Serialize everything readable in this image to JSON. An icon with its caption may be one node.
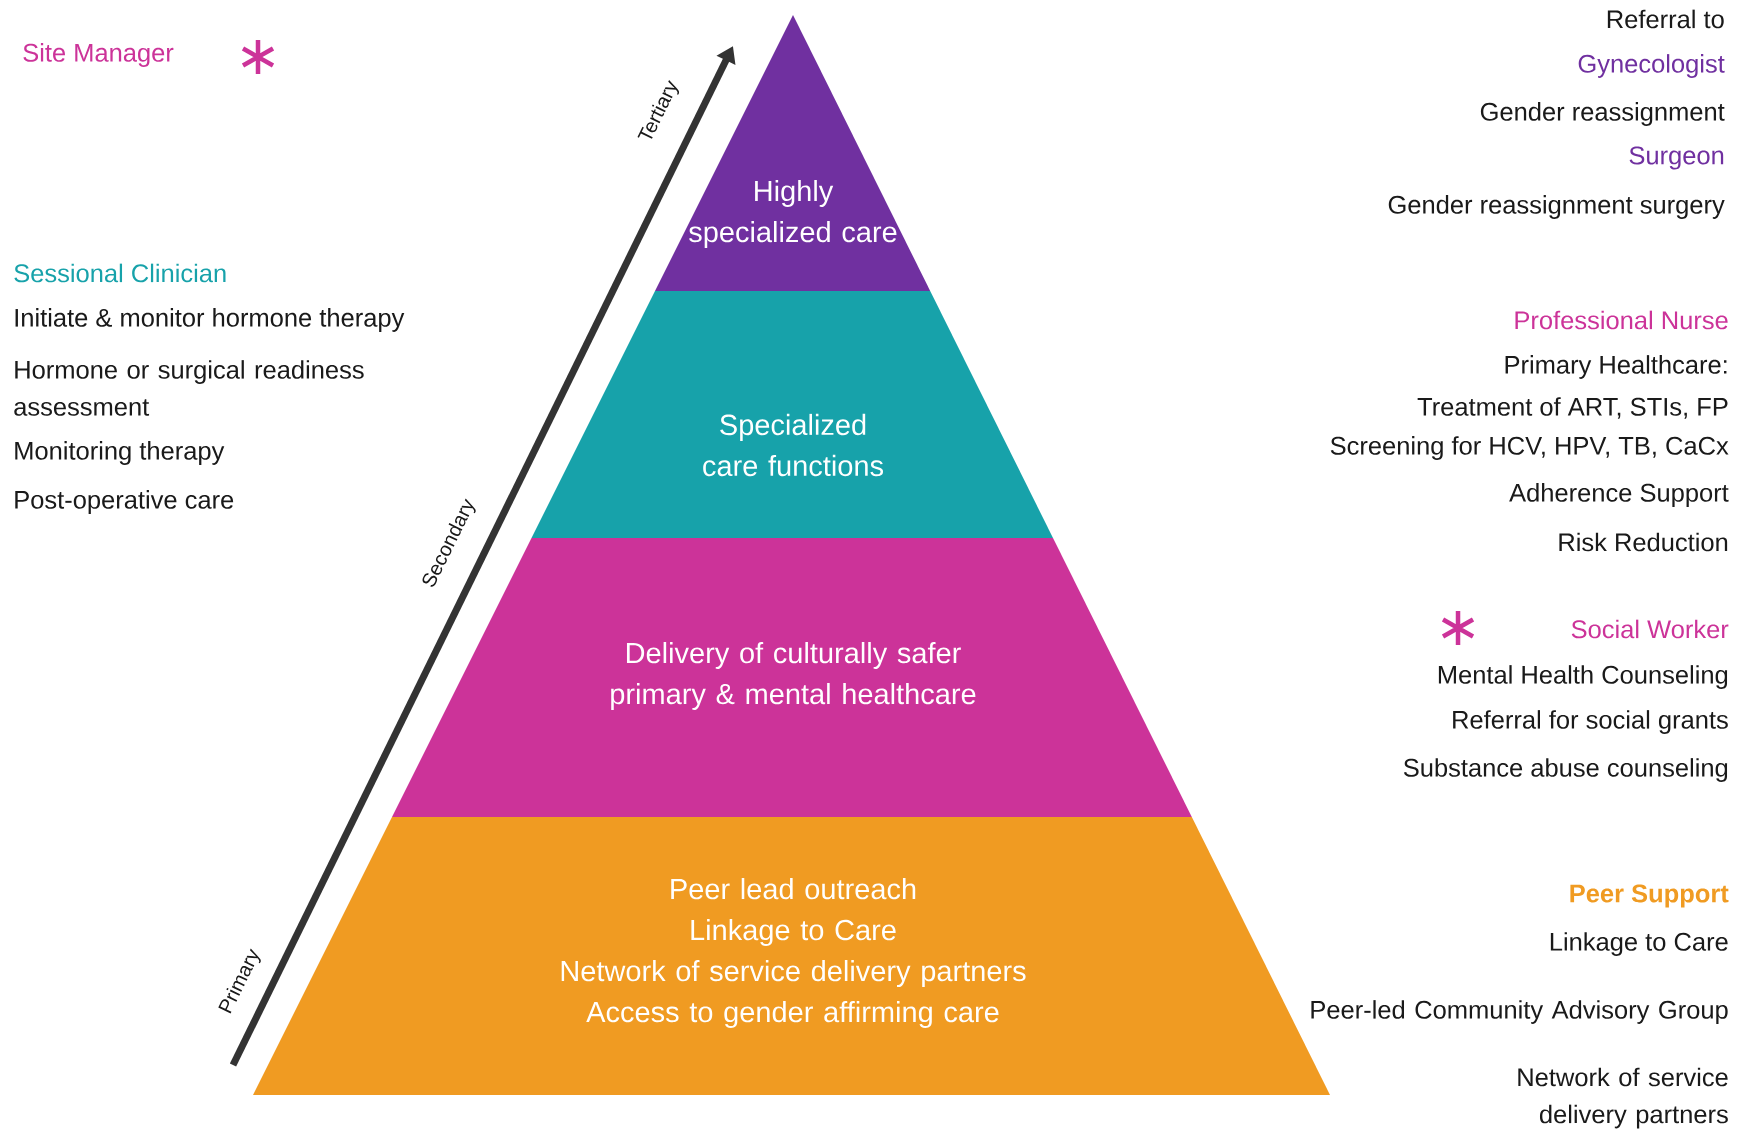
{
  "diagram": {
    "nodes": [
      {
        "text": [
          "Highly specialized care"
        ]
      },
      {
        "text": [
          "Specialized care functions"
        ]
      },
      {
        "text": [
          "Delivery of culturally safer primary & mental healthcare"
        ]
      },
      {
        "text": [
          "Peer lead outreach",
          "Linkage to Care",
          "Network of service delivery partners",
          "Access to gender affirming care"
        ]
      }
    ],
    "edges": [],
    "labels": [
      "Site Manager",
      "Sessional Clinician",
      "Initiate & monitor hormone therapy",
      "Hormone or surgical readiness assessment",
      "Monitoring therapy",
      "Post-operative care",
      "Tertiary",
      "Secondary",
      "Primary",
      "Referral to",
      "Gynecologist",
      "Gender reassignment",
      "Surgeon",
      "Gender reassignment surgery",
      "Professional Nurse",
      "Primary Healthcare:",
      "Treatment of ART, STIs, FP",
      "Screening for HCV, HPV, TB, CaCx",
      "Adherence Support",
      "Risk Reduction",
      "Social Worker",
      "Mental Health Counseling",
      "Referral for social grants",
      "Substance abuse counseling",
      "Peer Support",
      "Linkage to Care",
      "Peer-led Community Advisory Group",
      "Network of service delivery partners"
    ]
  }
}
